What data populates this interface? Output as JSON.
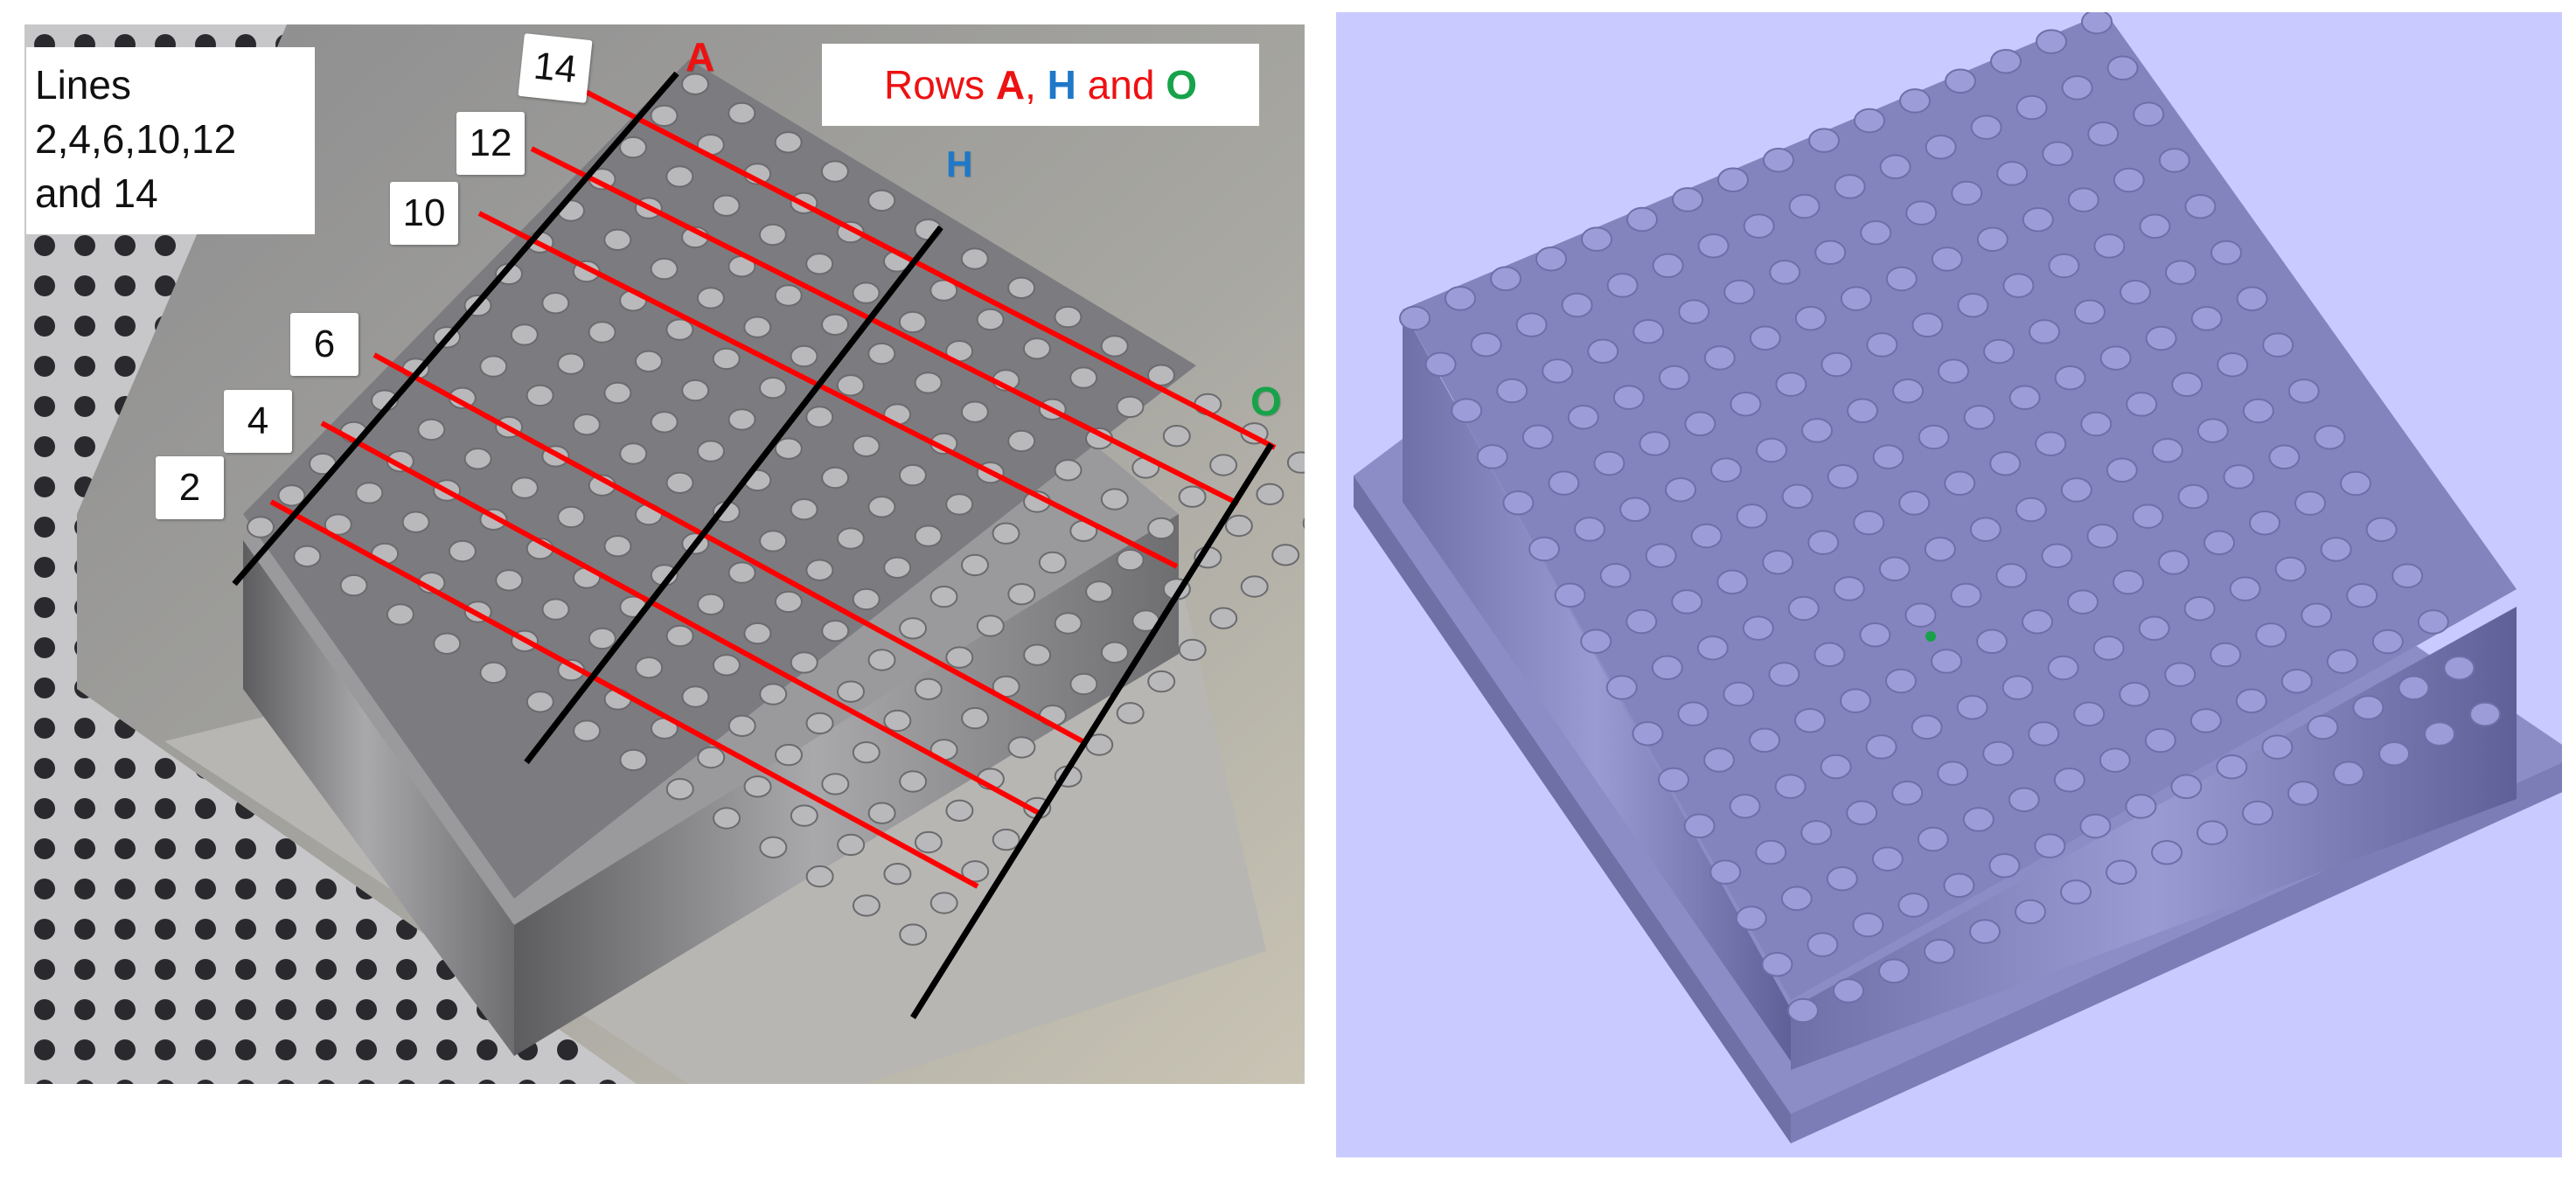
{
  "left_photo": {
    "lines_note": {
      "line1": "Lines",
      "line2": "2,4,6,10,12",
      "line3": "and 14"
    },
    "legend": {
      "prefix": "Rows ",
      "a": "A",
      "sep1": ", ",
      "h": "H",
      "sep2": " and ",
      "o": "O"
    },
    "row_markers": {
      "a": "A",
      "h": "H",
      "o": "O"
    },
    "line_numbers": [
      "14",
      "12",
      "10",
      "6",
      "4",
      "2"
    ],
    "colors": {
      "row_a": "#ee1111",
      "row_h": "#1f78c8",
      "row_o": "#17a34a",
      "section_lines": "#ff0000",
      "row_lines": "#000000"
    }
  },
  "right_render": {
    "background": "#c9caff",
    "pillar_color": "#8e8fc8"
  }
}
